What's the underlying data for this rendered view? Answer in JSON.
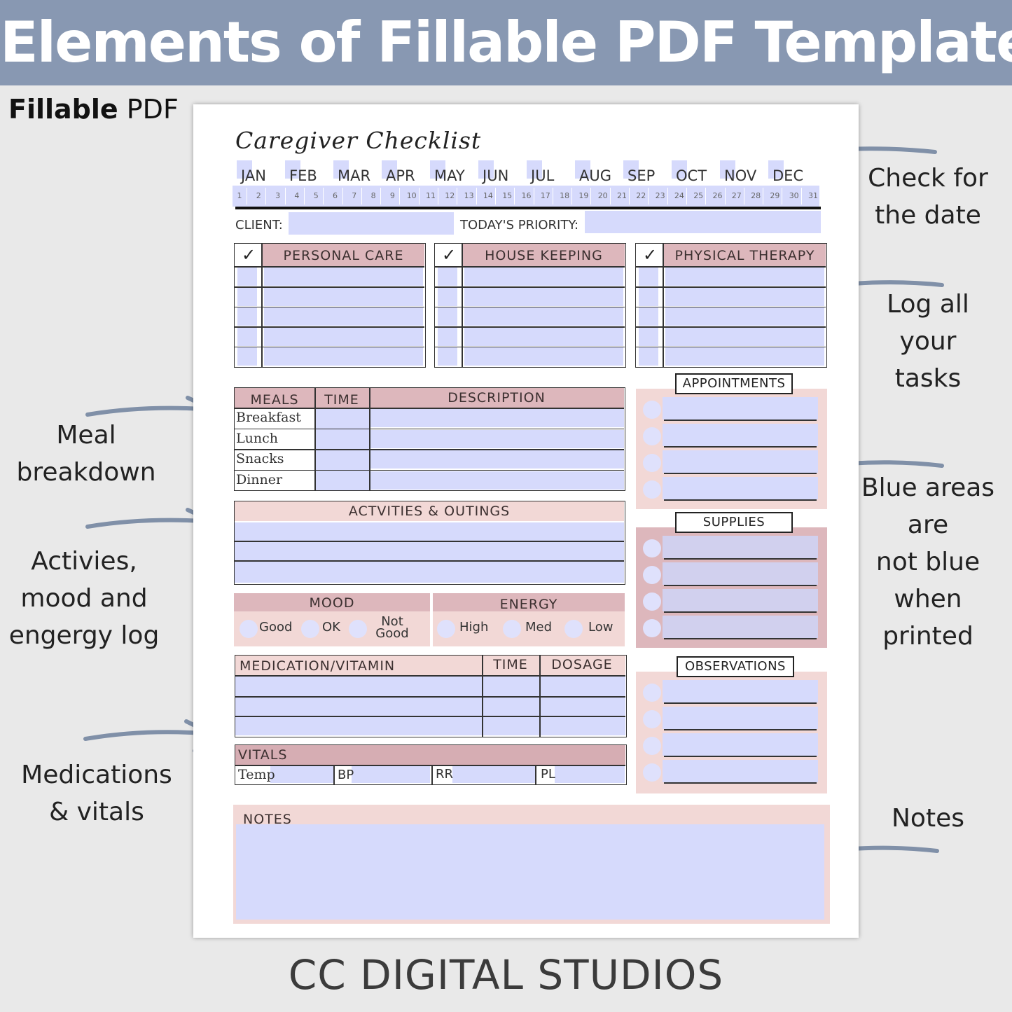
{
  "banner": {
    "title": "Elements of Fillable PDF Template"
  },
  "fillable": {
    "bold": "Fillable",
    "rest": " PDF"
  },
  "callouts": {
    "check_date": [
      "Check for",
      "the date"
    ],
    "log_tasks": [
      "Log all",
      "your",
      "tasks"
    ],
    "blue_areas": [
      "Blue areas",
      "are",
      "not blue",
      "when",
      "printed"
    ],
    "meal": [
      "Meal",
      "breakdown"
    ],
    "activities": [
      "Activies,",
      "mood and",
      "engergy log"
    ],
    "medications": [
      "Medications",
      "& vitals"
    ],
    "notes": [
      "Notes"
    ]
  },
  "footer": {
    "brand": "CC DIGITAL STUDIOS"
  },
  "sheet": {
    "title": "Caregiver Checklist",
    "months": [
      "JAN",
      "FEB",
      "MAR",
      "APR",
      "MAY",
      "JUN",
      "JUL",
      "AUG",
      "SEP",
      "OCT",
      "NOV",
      "DEC"
    ],
    "days": [
      "1",
      "2",
      "3",
      "4",
      "5",
      "6",
      "7",
      "8",
      "9",
      "10",
      "11",
      "12",
      "13",
      "14",
      "15",
      "16",
      "17",
      "18",
      "19",
      "20",
      "21",
      "22",
      "23",
      "24",
      "25",
      "26",
      "27",
      "28",
      "29",
      "30",
      "31"
    ],
    "client_label": "CLIENT:",
    "priority_label": "TODAY'S PRIORITY:",
    "check_mark": "✓",
    "task_sections": [
      "PERSONAL CARE",
      "HOUSE KEEPING",
      "PHYSICAL THERAPY"
    ],
    "meals": {
      "headers": {
        "meals": "MEALS",
        "time": "TIME",
        "description": "DESCRIPTION"
      },
      "rows": [
        "Breakfast",
        "Lunch",
        "Snacks",
        "Dinner"
      ]
    },
    "activities_header": "ACTVITIES & OUTINGS",
    "mood": {
      "header": "MOOD",
      "options": [
        "Good",
        "OK",
        "Not Good"
      ]
    },
    "energy": {
      "header": "ENERGY",
      "options": [
        "High",
        "Med",
        "Low"
      ]
    },
    "medication": {
      "headers": {
        "name": "MEDICATION/VITAMIN",
        "time": "TIME",
        "dosage": "DOSAGE"
      }
    },
    "vitals": {
      "header": "VITALS",
      "fields": [
        "Temp",
        "BP",
        "RR",
        "PL"
      ]
    },
    "appointments": "APPOINTMENTS",
    "supplies": "SUPPLIES",
    "observations": "OBSERVATIONS",
    "notes": "NOTES"
  },
  "colors": {
    "banner": "#8898b2",
    "fillable_blue": "#d6dafc",
    "header_pink": "#f2d8d6",
    "header_rose": "#ddb7bc",
    "arrow": "#8090a8"
  }
}
